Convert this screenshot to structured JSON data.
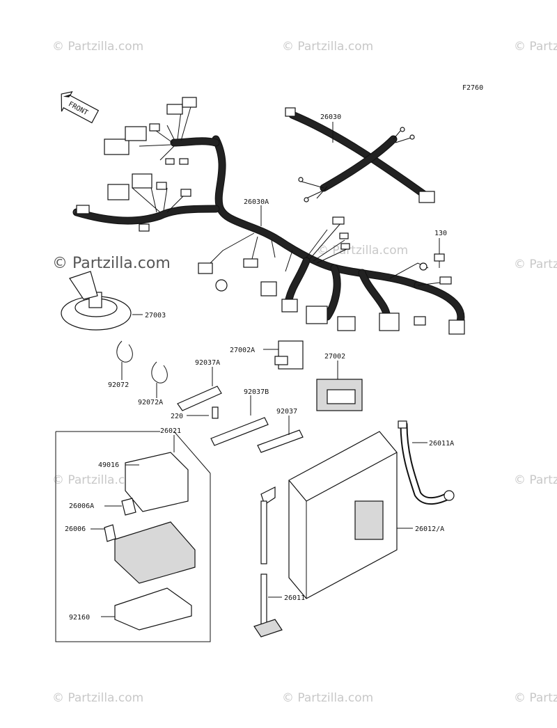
{
  "figure_code": "F2760",
  "front_label": "FRONT",
  "watermark_text": "© Partzilla.com",
  "callouts": [
    {
      "id": "26030",
      "label": "26030"
    },
    {
      "id": "26030A",
      "label": "26030A"
    },
    {
      "id": "130",
      "label": "130"
    },
    {
      "id": "27003",
      "label": "27003"
    },
    {
      "id": "27002A",
      "label": "27002A"
    },
    {
      "id": "27002",
      "label": "27002"
    },
    {
      "id": "92037A",
      "label": "92037A"
    },
    {
      "id": "92072",
      "label": "92072"
    },
    {
      "id": "92072A",
      "label": "92072A"
    },
    {
      "id": "92037B",
      "label": "92037B"
    },
    {
      "id": "220",
      "label": "220"
    },
    {
      "id": "92037",
      "label": "92037"
    },
    {
      "id": "26021",
      "label": "26021"
    },
    {
      "id": "26011A",
      "label": "26011A"
    },
    {
      "id": "49016",
      "label": "49016"
    },
    {
      "id": "26006A",
      "label": "26006A"
    },
    {
      "id": "26006",
      "label": "26006"
    },
    {
      "id": "26012A",
      "label": "26012/A"
    },
    {
      "id": "26011",
      "label": "26011"
    },
    {
      "id": "92160",
      "label": "92160"
    }
  ]
}
